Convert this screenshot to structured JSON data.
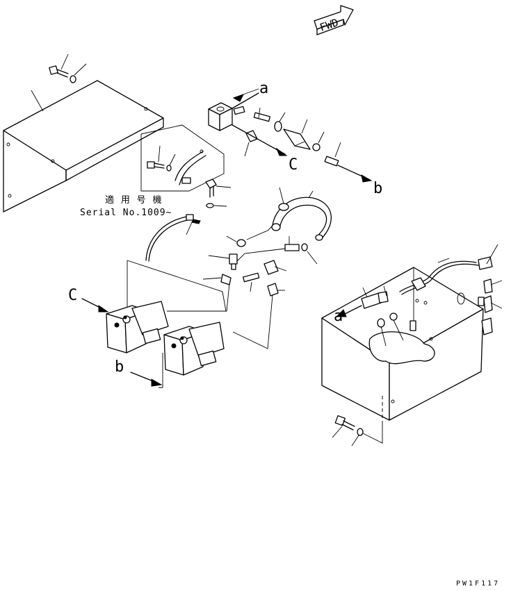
{
  "fwd_arrow": {
    "text": "FWD"
  },
  "serial_note": {
    "line1": "適 用 号 機",
    "line2": "Serial No.1009~"
  },
  "flow_labels": {
    "a": "a",
    "b": "b",
    "c": "C"
  },
  "drawing_code": "PW1F117",
  "colors": {
    "ink": "#000000",
    "paper": "#ffffff"
  }
}
